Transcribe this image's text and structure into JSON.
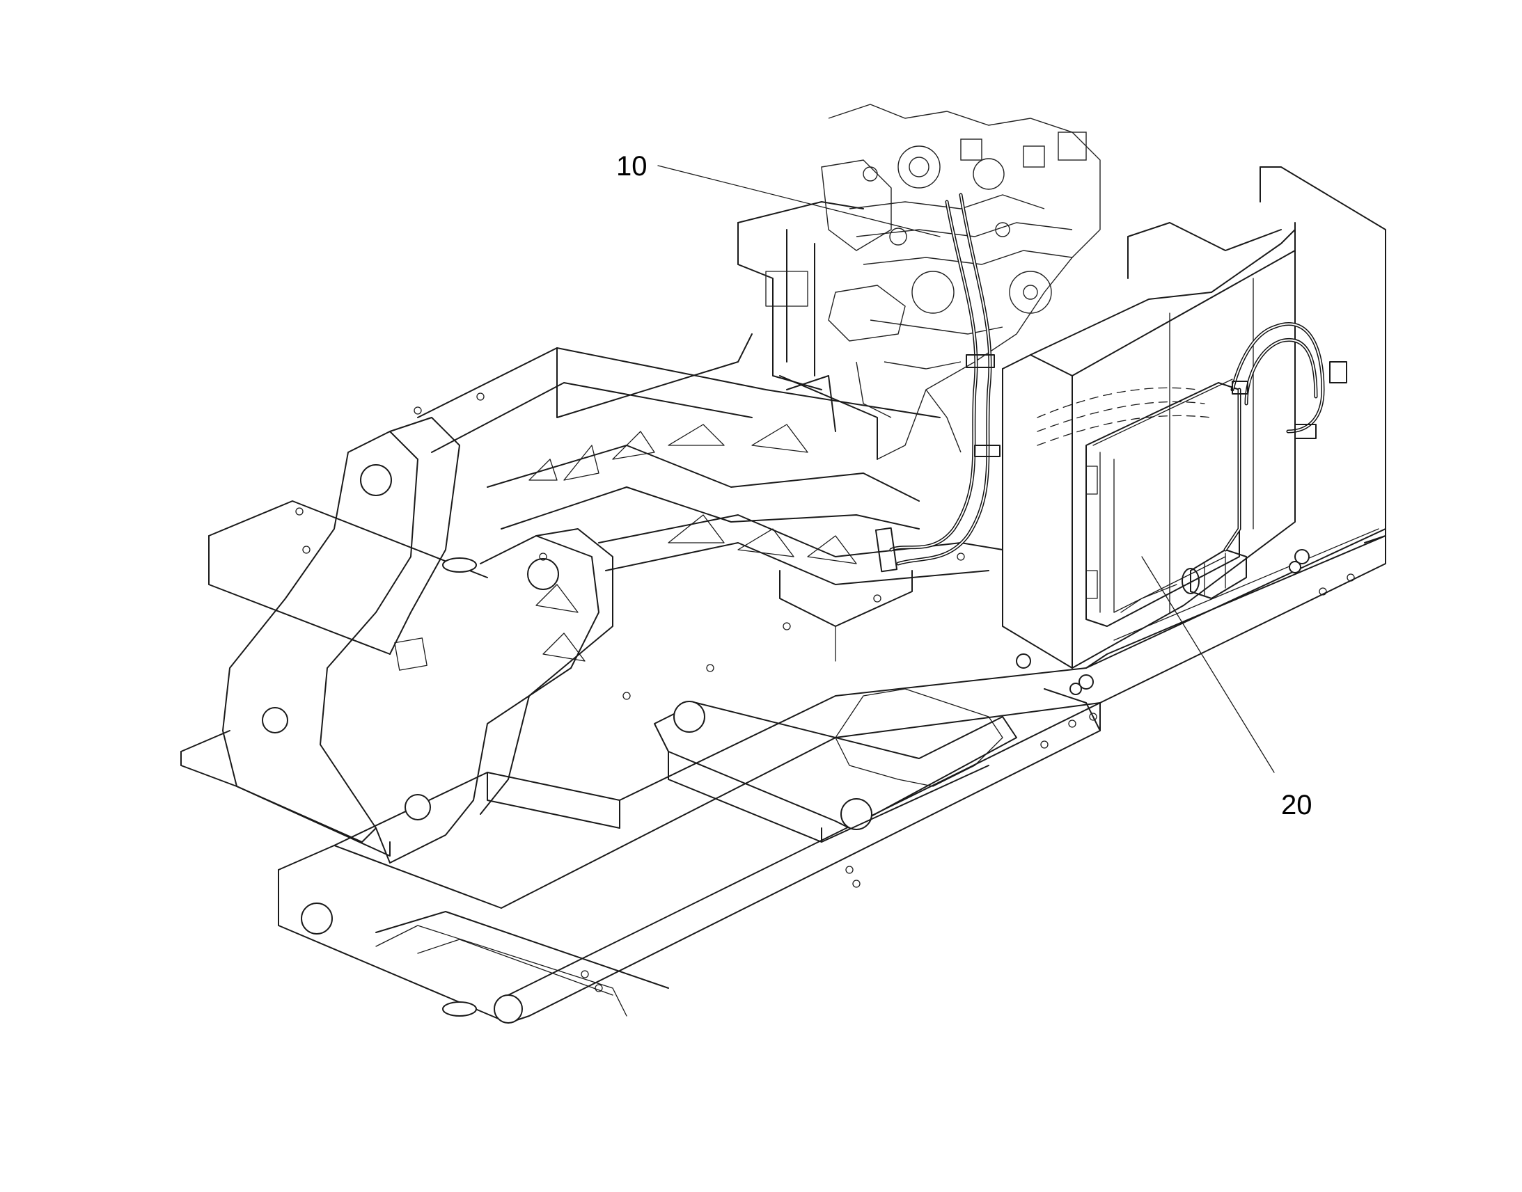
{
  "diagram": {
    "callouts": [
      {
        "id": "callout-10",
        "label": "10"
      },
      {
        "id": "callout-20",
        "label": "20"
      }
    ],
    "colors": {
      "line": "#1a1a1a",
      "background": "#ffffff"
    }
  }
}
